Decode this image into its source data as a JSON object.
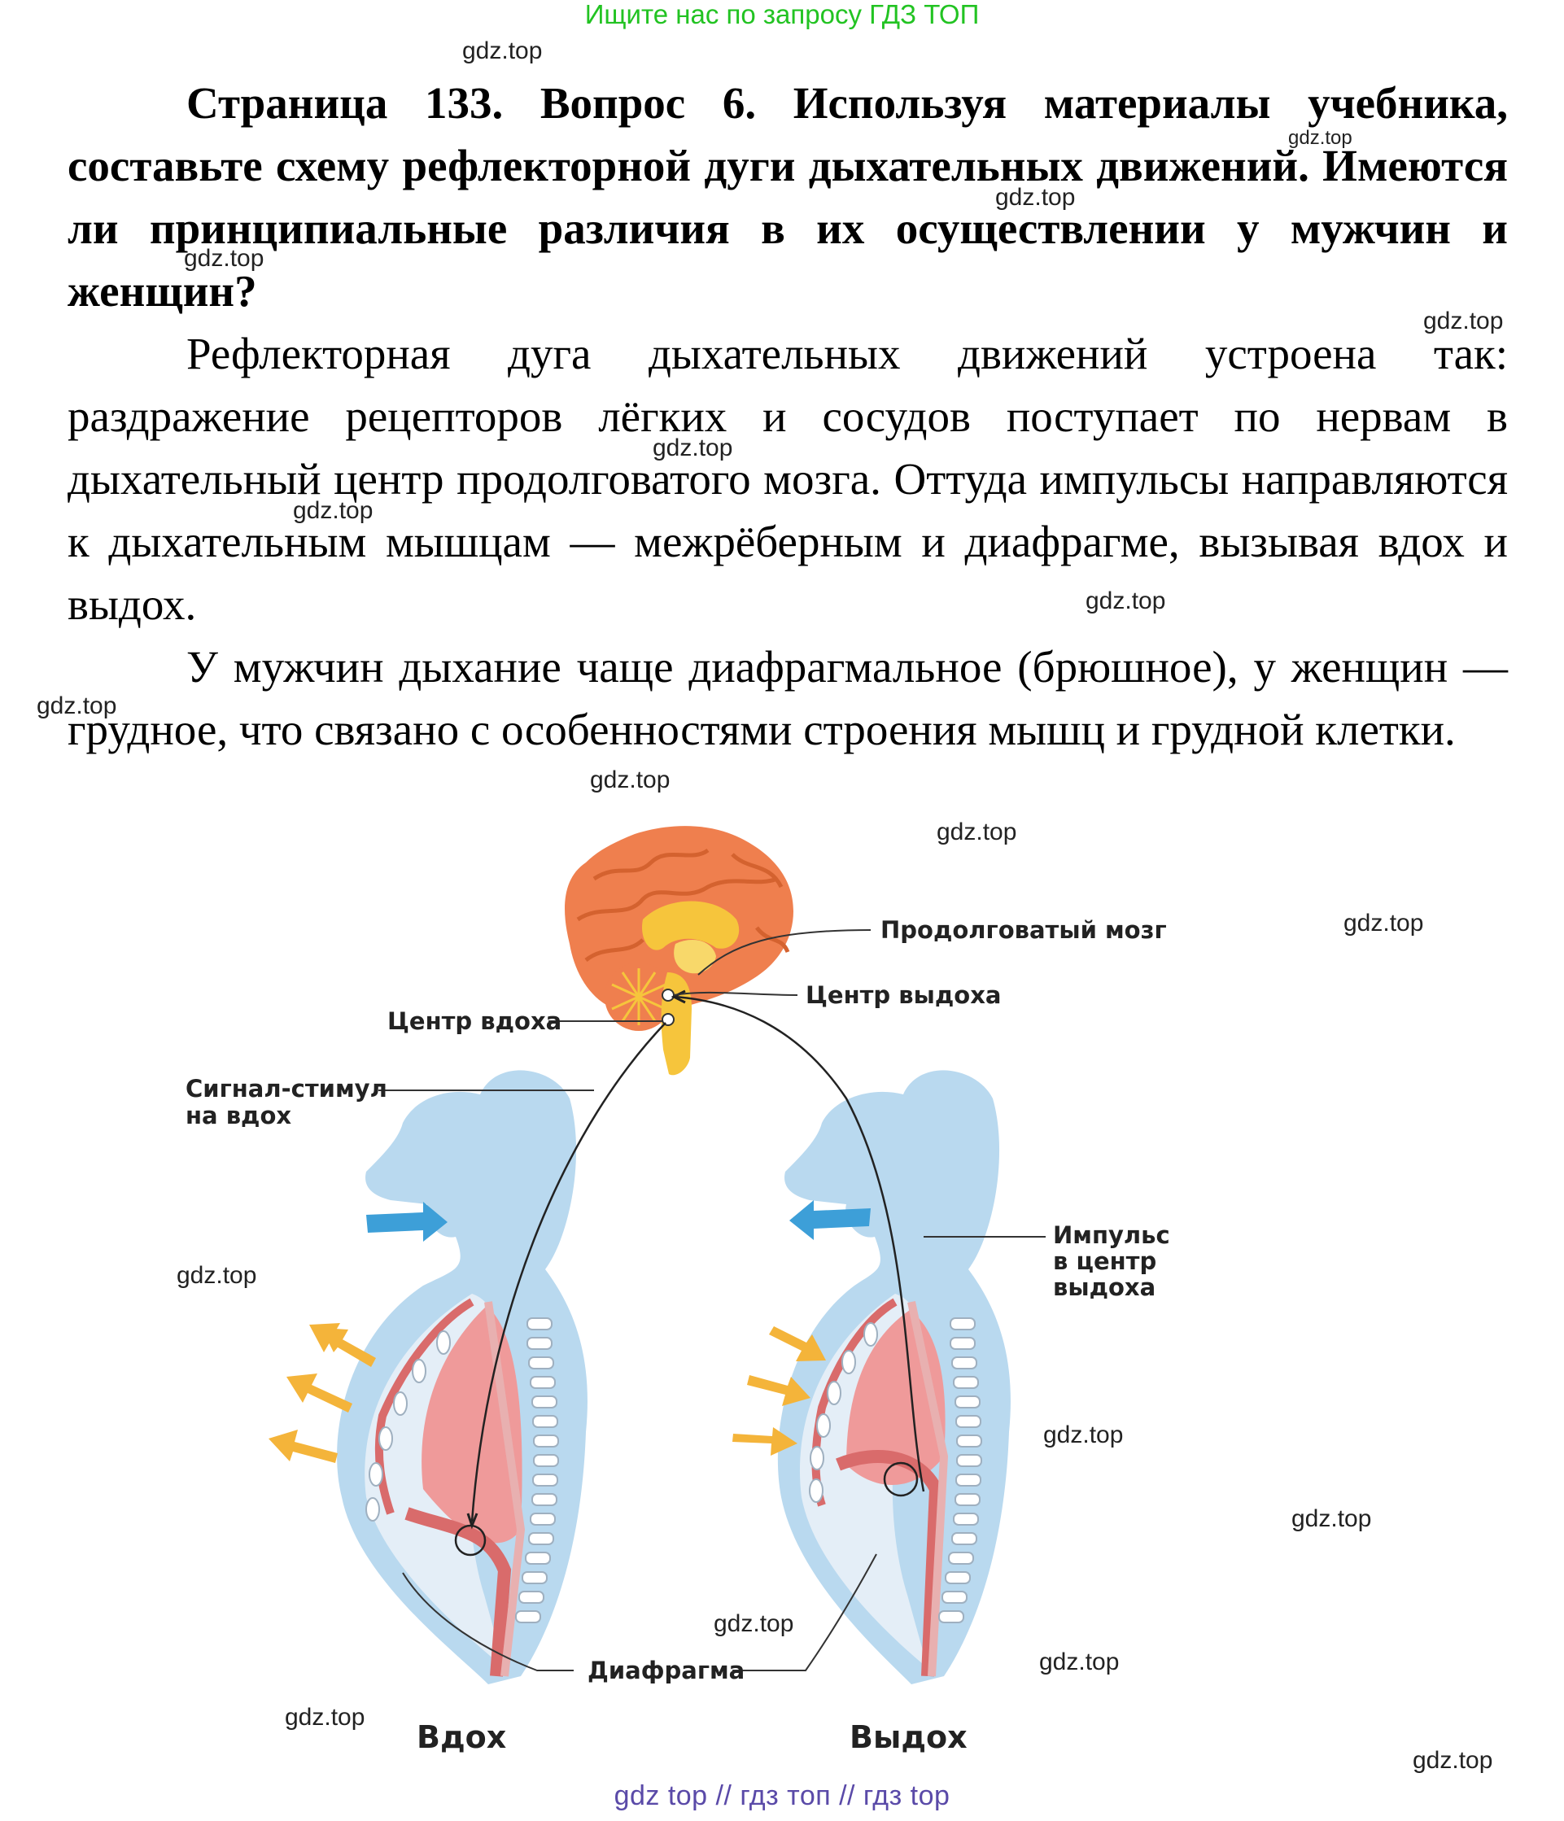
{
  "banner": "Ищите нас по запросу ГДЗ ТОП",
  "heading": "Страница 133. Вопрос 6.    Используя материалы учебника, составьте схему рефлекторной дуги дыхательных движений. Имеются ли принципиальные различия в их осуществлении у мужчин и женщин?",
  "paragraphs": [
    "Рефлекторная дуга дыхательных движений устроена так: раздражение рецепторов лёгких и сосудов поступает по нервам в дыхательный центр продолговатого мозга. Оттуда импульсы направляются к дыхательным мышцам — межрёберным и диафрагме, вызывая вдох и выдох.",
    "У мужчин дыхание чаще диафрагмальное (брюшное), у женщин — грудное, что связано с особенностями строения мышц и грудной клетки."
  ],
  "figure": {
    "labels": {
      "medulla": "Продолговатый мозг",
      "exhale_center": "Центр выдоха",
      "inhale_center": "Центр вдоха",
      "signal_line1": "Сигнал-стимул",
      "signal_line2": "на вдох",
      "impulse_line1": "Импульс",
      "impulse_line2": "в центр",
      "impulse_line3": "выдоха",
      "diaphragm": "Диафрагма"
    },
    "captions": {
      "inhale": "Вдох",
      "exhale": "Выдох"
    },
    "colors": {
      "body": "#b9d9ef",
      "lung": "#ef9a9a",
      "muscle": "#d96b6b",
      "brain": "#ef7f4e",
      "brainstem": "#f6c53c",
      "air_arrow": "#3d9fd8",
      "chest_arrow": "#f4b43a"
    }
  },
  "watermark": "gdz.top",
  "footer": "gdz top  //  гдз топ  //  гдз top"
}
